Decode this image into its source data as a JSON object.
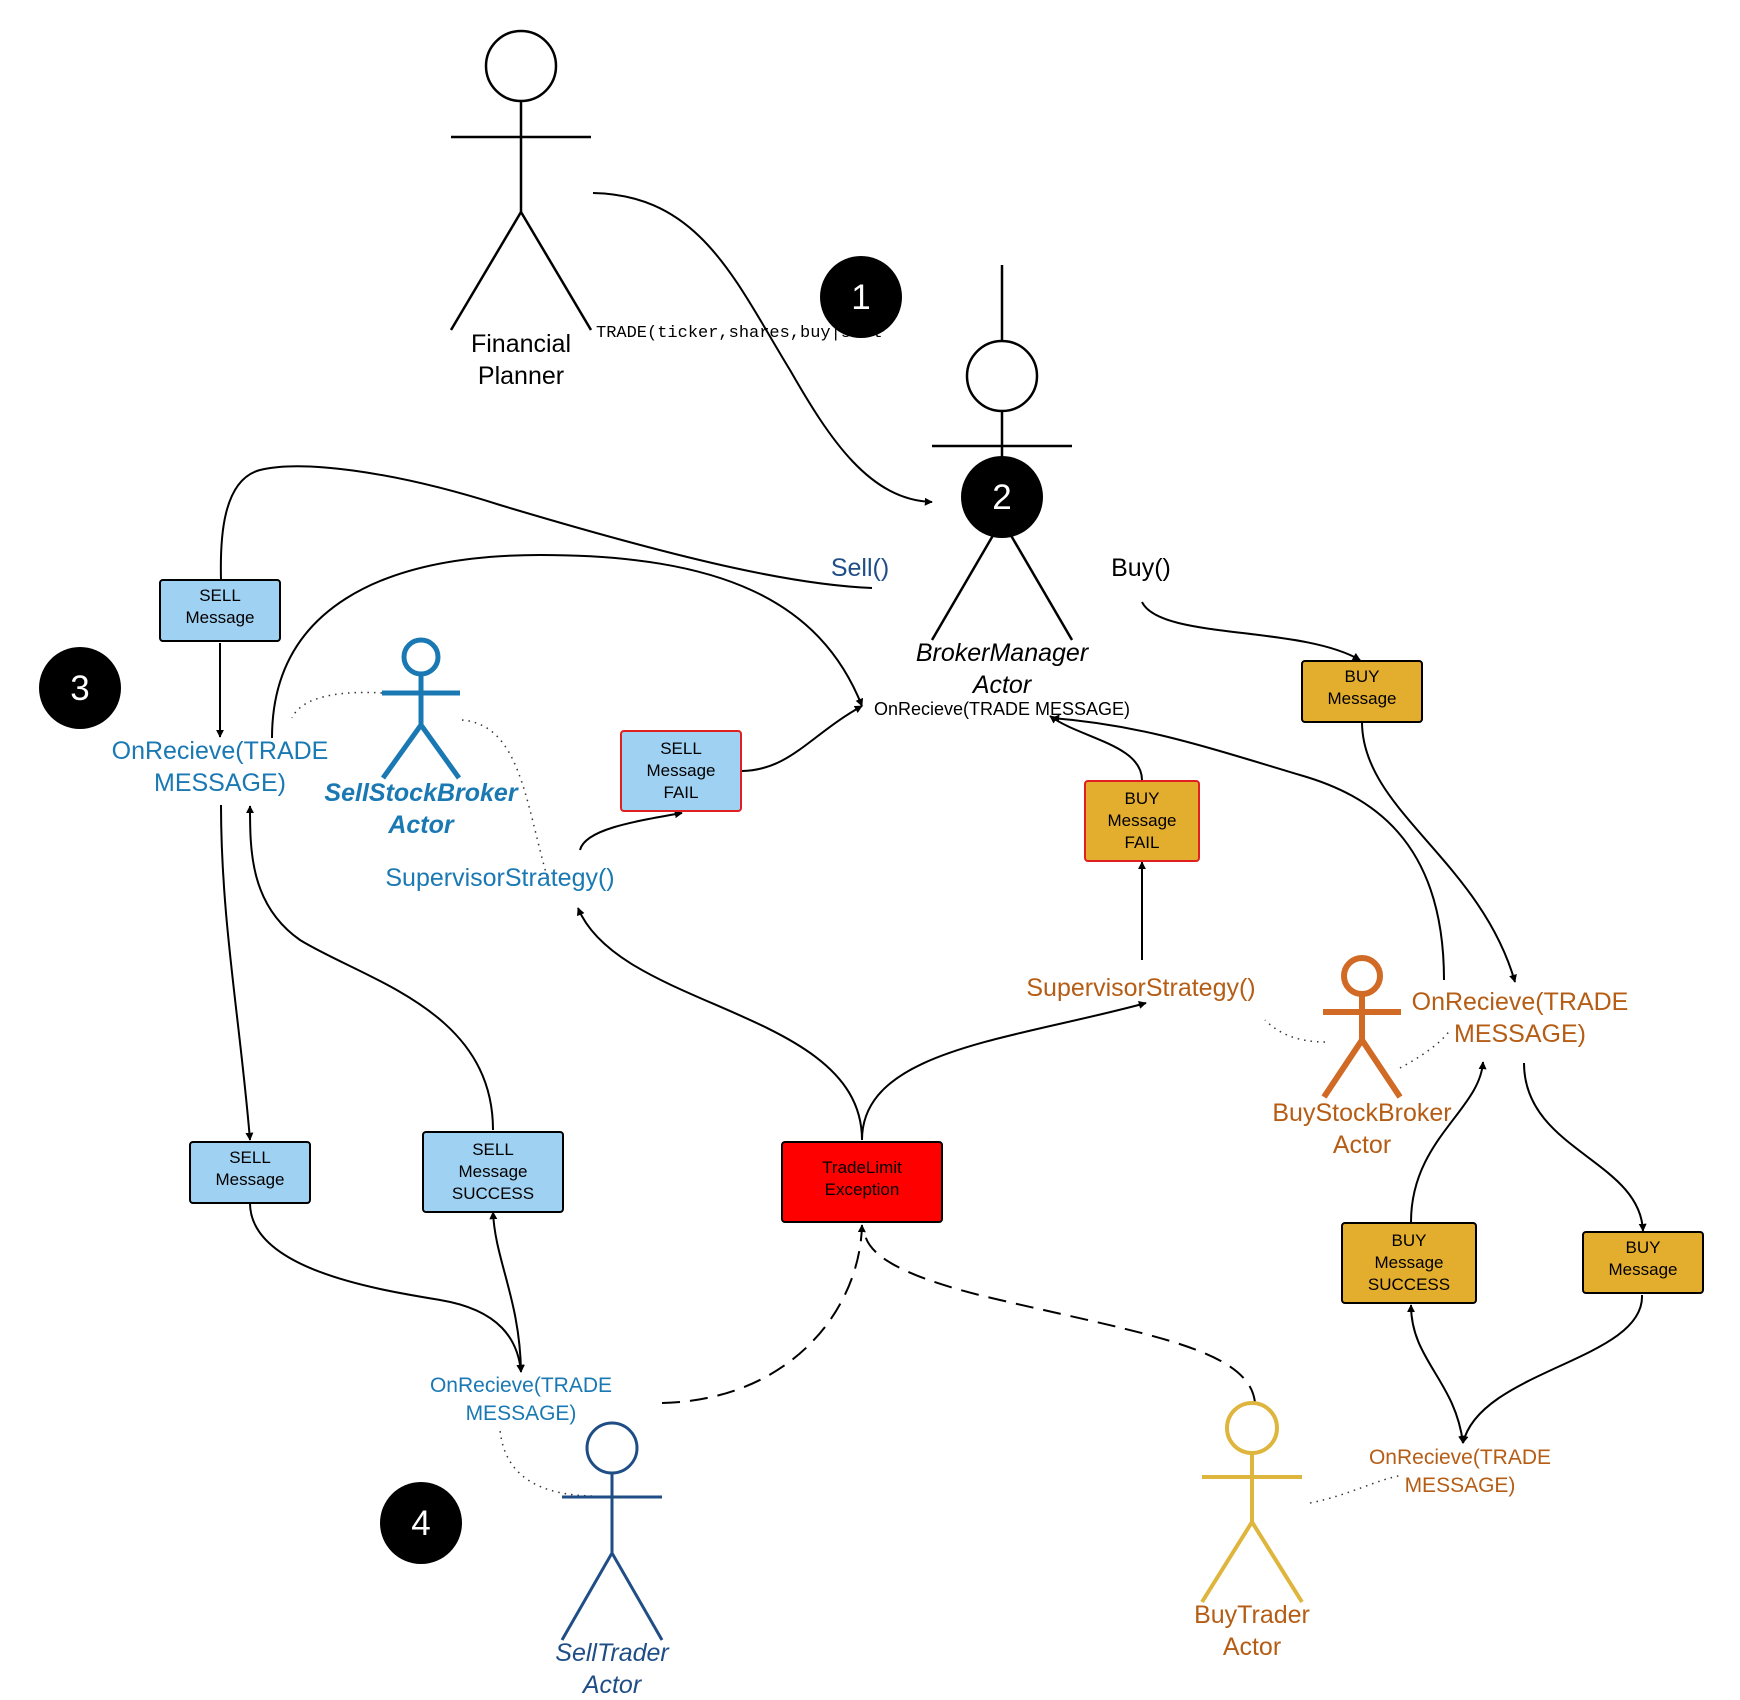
{
  "colors": {
    "sell_box_fill": "#9fd1f2",
    "sell_text": "#1a78b3",
    "sell_trader": "#1f4e86",
    "buy_box_fill": "#e3ad2d",
    "buy_text": "#b55d15",
    "buy_broker_actor": "#d06a25",
    "buy_trader_actor": "#dfb63d",
    "fail_border": "#e02020",
    "exception_fill": "#ff0000",
    "step_badge": "#000000"
  },
  "steps": [
    "1",
    "2",
    "3",
    "4"
  ],
  "actors": {
    "financial_planner": [
      "Financial",
      "Planner"
    ],
    "broker_manager": [
      "BrokerManager",
      "Actor"
    ],
    "sell_stock_broker": [
      "SellStockBroker",
      "Actor"
    ],
    "buy_stock_broker": [
      "BuyStockBroker",
      "Actor"
    ],
    "sell_trader": [
      "SellTrader",
      "Actor"
    ],
    "buy_trader": [
      "BuyTrader",
      "Actor"
    ]
  },
  "labels": {
    "trade_call": "TRADE(ticker,shares,buy|sell",
    "sell_method": "Sell()",
    "buy_method": "Buy()",
    "broker_onreceive": "OnRecieve(TRADE MESSAGE)",
    "sell_broker_onreceive": [
      "OnRecieve(TRADE",
      "MESSAGE)"
    ],
    "sell_supervisor": "SupervisorStrategy()",
    "buy_supervisor": "SupervisorStrategy()",
    "buy_broker_onreceive": [
      "OnRecieve(TRADE",
      "MESSAGE)"
    ],
    "sell_trader_onreceive": [
      "OnRecieve(TRADE",
      "MESSAGE)"
    ],
    "buy_trader_onreceive": [
      "OnRecieve(TRADE",
      "MESSAGE)"
    ]
  },
  "messages": {
    "sell_msg_top": [
      "SELL",
      "Message"
    ],
    "sell_msg_fail": [
      "SELL",
      "Message",
      "FAIL"
    ],
    "sell_msg_bottom": [
      "SELL",
      "Message"
    ],
    "sell_msg_success": [
      "SELL",
      "Message",
      "SUCCESS"
    ],
    "buy_msg_top": [
      "BUY",
      "Message"
    ],
    "buy_msg_fail": [
      "BUY",
      "Message",
      "FAIL"
    ],
    "buy_msg_success": [
      "BUY",
      "Message",
      "SUCCESS"
    ],
    "buy_msg_bottom": [
      "BUY",
      "Message"
    ],
    "trade_limit_exception": [
      "TradeLimit",
      "Exception"
    ]
  }
}
